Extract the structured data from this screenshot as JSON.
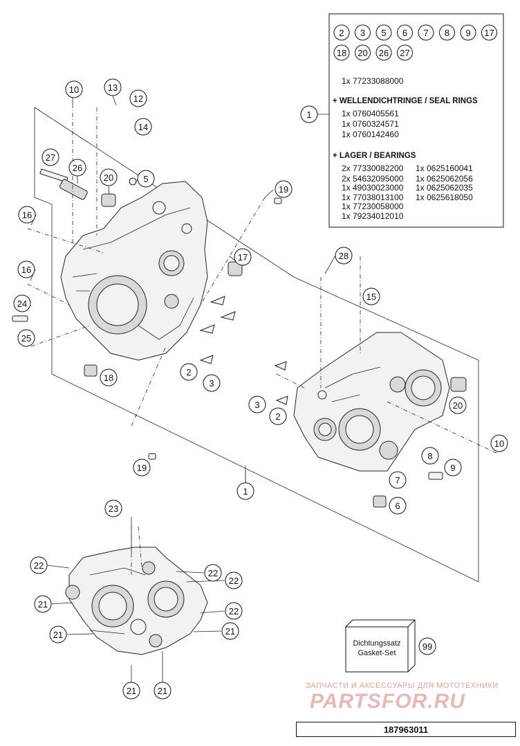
{
  "kit_panel": {
    "included_callouts": [
      "2",
      "3",
      "5",
      "6",
      "7",
      "8",
      "9",
      "17",
      "18",
      "20",
      "26",
      "27"
    ],
    "kit_line": "1x 77233088000",
    "seal_heading": "+ WELLENDICHTRINGE / SEAL RINGS",
    "seal_items": [
      "1x 0760405561",
      "1x 0760324571",
      "1x 0760142460"
    ],
    "bearing_heading": "+ LAGER / BEARINGS",
    "bearing_items_left": [
      "2x 77330082200",
      "2x 54632095000",
      "1x 49030023000",
      "1x 77038013100",
      "1x 77230058000",
      "1x 79234012010"
    ],
    "bearing_items_right": [
      "1x 0625160041",
      "1x 0625062056",
      "1x 0625062035",
      "1x 0625618050"
    ]
  },
  "callouts": {
    "c1a": "1",
    "c1b": "1",
    "c2a": "2",
    "c2b": "2",
    "c3a": "3",
    "c3b": "3",
    "c5": "5",
    "c6": "6",
    "c7": "7",
    "c8": "8",
    "c9": "9",
    "c10a": "10",
    "c10b": "10",
    "c12": "12",
    "c13": "13",
    "c14": "14",
    "c15": "15",
    "c16a": "16",
    "c16b": "16",
    "c17": "17",
    "c18": "18",
    "c19a": "19",
    "c19b": "19",
    "c20a": "20",
    "c20b": "20",
    "c21a": "21",
    "c21b": "21",
    "c21c": "21",
    "c21d": "21",
    "c21e": "21",
    "c22a": "22",
    "c22b": "22",
    "c22c": "22",
    "c22d": "22",
    "c23": "23",
    "c24": "24",
    "c25": "25",
    "c26": "26",
    "c27": "27",
    "c28": "28",
    "c99": "99"
  },
  "gasket_box": {
    "line1": "Dichtungssatz",
    "line2": "Gasket-Set"
  },
  "watermark": {
    "tagline": "ЗАПЧАСТИ И АКСЕССУАРЫ ДЛЯ МОТОТЕХНИКИ",
    "logo": "PARTSFOR.RU"
  },
  "reference_number": "187963011"
}
